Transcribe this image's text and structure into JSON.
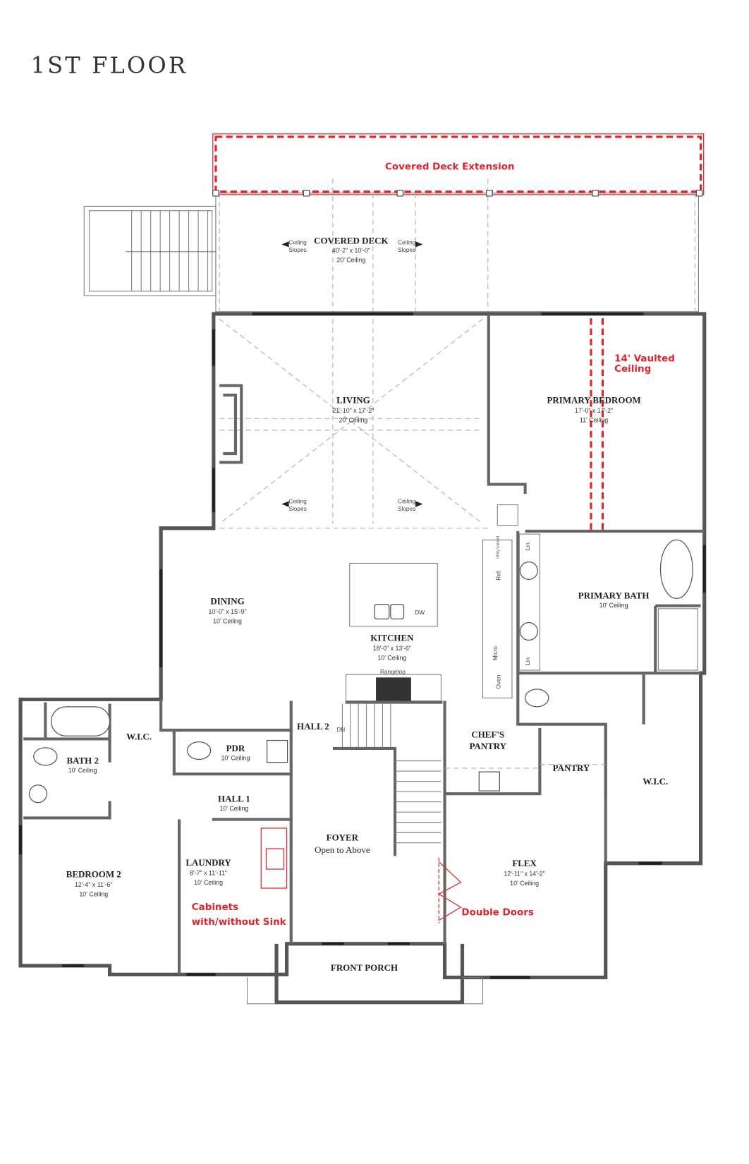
{
  "title": "1ST FLOOR",
  "colors": {
    "wall": "#555555",
    "annotation_red": "#e0242b",
    "text": "#222222"
  },
  "annotations": {
    "deck_extension": "Covered Deck Extension",
    "vaulted_line1": "14' Vaulted",
    "vaulted_line2": "Ceiling",
    "cabinets_line1": "Cabinets",
    "cabinets_line2": "with/without Sink",
    "double_doors": "Double Doors"
  },
  "slope_label": {
    "line1": "Ceiling",
    "line2": "Slopes"
  },
  "rooms": [
    {
      "name": "COVERED DECK",
      "dims": "40'-2\" x 10'-0\"",
      "ceiling": "20' Ceiling"
    },
    {
      "name": "LIVING",
      "dims": "21'-10\" x 17'-2\"",
      "ceiling": "20' Ceiling"
    },
    {
      "name": "PRIMARY BEDROOM",
      "dims": "17'-0\" x 17'-2\"",
      "ceiling": "11' Ceiling"
    },
    {
      "name": "DINING",
      "dims": "10'-0\" x 15'-9\"",
      "ceiling": "10' Ceiling"
    },
    {
      "name": "KITCHEN",
      "dims": "18'-0\" x 13'-6\"",
      "ceiling": "10' Ceiling"
    },
    {
      "name": "PRIMARY BATH",
      "ceiling": "10' Ceiling"
    },
    {
      "name": "W.I.C."
    },
    {
      "name": "BATH 2",
      "ceiling": "10' Ceiling"
    },
    {
      "name": "PDR",
      "ceiling": "10' Ceiling"
    },
    {
      "name": "HALL 2"
    },
    {
      "name": "HALL 1",
      "ceiling": "10' Ceiling"
    },
    {
      "name": "CHEF'S",
      "name2": "PANTRY"
    },
    {
      "name": "PANTRY"
    },
    {
      "name": "W.I.C."
    },
    {
      "name": "FOYER",
      "name2": "Open to Above"
    },
    {
      "name": "LAUNDRY",
      "dims": "8'-7\" x 11'-11\"",
      "ceiling": "10' Ceiling"
    },
    {
      "name": "BEDROOM 2",
      "dims": "12'-4\" x 11'-6\"",
      "ceiling": "10' Ceiling"
    },
    {
      "name": "FLEX",
      "dims": "12'-11\" x 14'-2\"",
      "ceiling": "10' Ceiling"
    },
    {
      "name": "FRONT PORCH"
    }
  ],
  "fixtures": {
    "dw": "DW",
    "rangetop": "Rangetop",
    "ref": "Ref.",
    "micro": "Micro",
    "oven": "Oven",
    "lin": "Lin.",
    "utility": "Utility Cabinet",
    "dn": "DN"
  }
}
